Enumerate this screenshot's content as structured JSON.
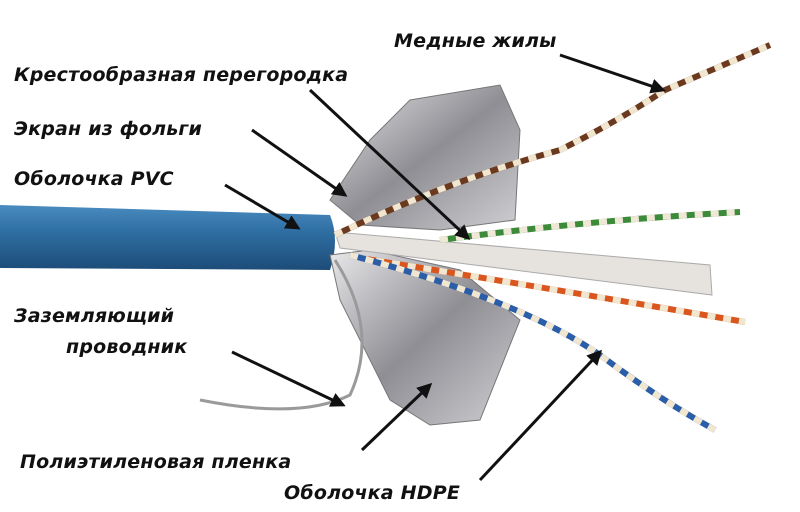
{
  "labels": {
    "copper": "Медные жилы",
    "cross": "Крестообразная перегородка",
    "foil": "Экран из фольги",
    "pvc": "Оболочка PVC",
    "ground_line1": "Заземляющий",
    "ground_line2": "проводник",
    "film": "Полиэтиленовая пленка",
    "hdpe": "Оболочка HDPE"
  },
  "colors": {
    "jacket": "#2f6fa3",
    "foil": "#b8b8bc",
    "text": "#111111"
  }
}
